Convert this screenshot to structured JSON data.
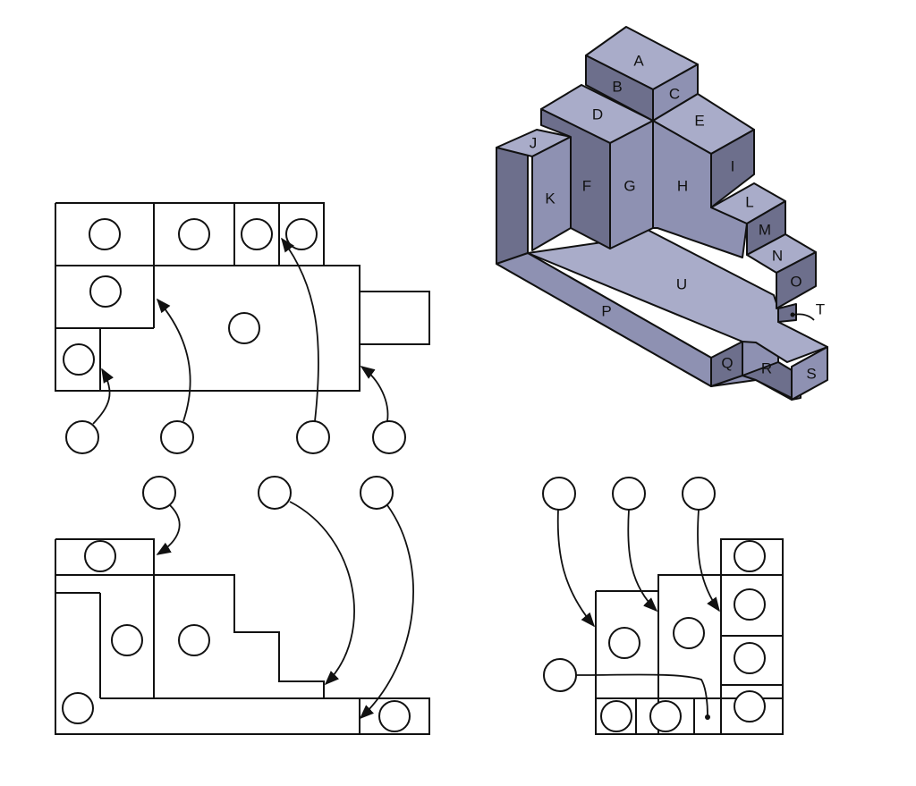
{
  "isometric": {
    "face_labels": [
      "A",
      "B",
      "C",
      "D",
      "E",
      "J",
      "F",
      "G",
      "H",
      "I",
      "K",
      "L",
      "M",
      "N",
      "O",
      "U",
      "T",
      "P",
      "Q",
      "R",
      "S"
    ]
  },
  "colors": {
    "line": "#111111",
    "face_light": "#a9acc9",
    "face_mid": "#8e91b2",
    "face_dark": "#6d6f8c"
  }
}
